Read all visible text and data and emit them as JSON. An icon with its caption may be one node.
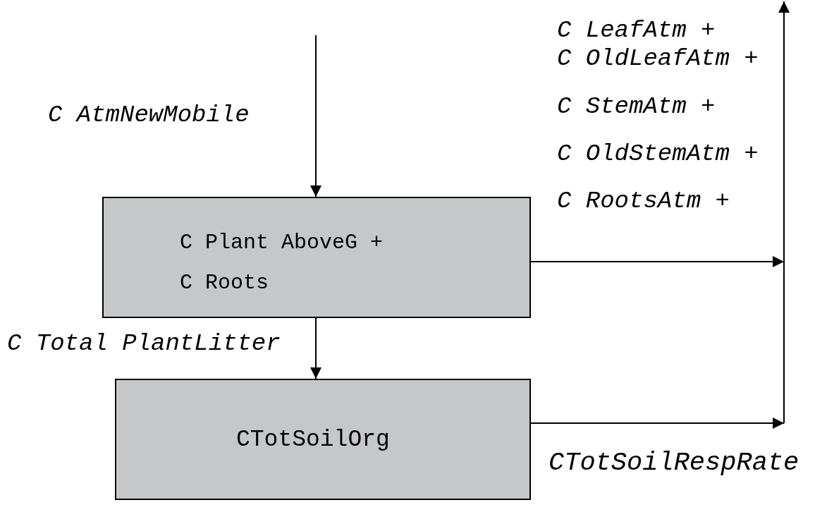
{
  "diagram": {
    "nodes": [
      {
        "text": [
          "C Plant AboveG +",
          "C Roots"
        ]
      },
      {
        "text": [
          "CTotSoilOrg"
        ]
      }
    ],
    "edges": [
      {
        "from": null,
        "to": 0,
        "arrow": "to",
        "label": "C AtmNewMobile"
      },
      {
        "from": 0,
        "to": 1,
        "arrow": "to",
        "label": "C Total PlantLitter"
      },
      {
        "from": 0,
        "to": null,
        "arrow": "to"
      },
      {
        "from": 1,
        "to": null,
        "arrow": "to",
        "label": "CTotSoilRespRate"
      }
    ],
    "labels": [
      "C LeafAtm +",
      "C OldLeafAtm +",
      "C StemAtm +",
      "C OldStemAtm +",
      "C RootsAtm +"
    ]
  }
}
